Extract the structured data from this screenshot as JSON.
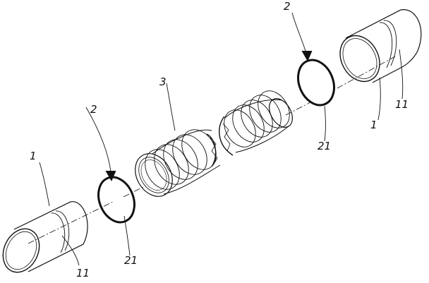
{
  "labels": {
    "pipe_left": "1",
    "pipe_left_line": "11",
    "ring_left": "2",
    "ring_left_part": "21",
    "hose": "3",
    "ring_right": "2",
    "ring_right_part": "21",
    "pipe_right": "1",
    "pipe_right_line": "11"
  }
}
